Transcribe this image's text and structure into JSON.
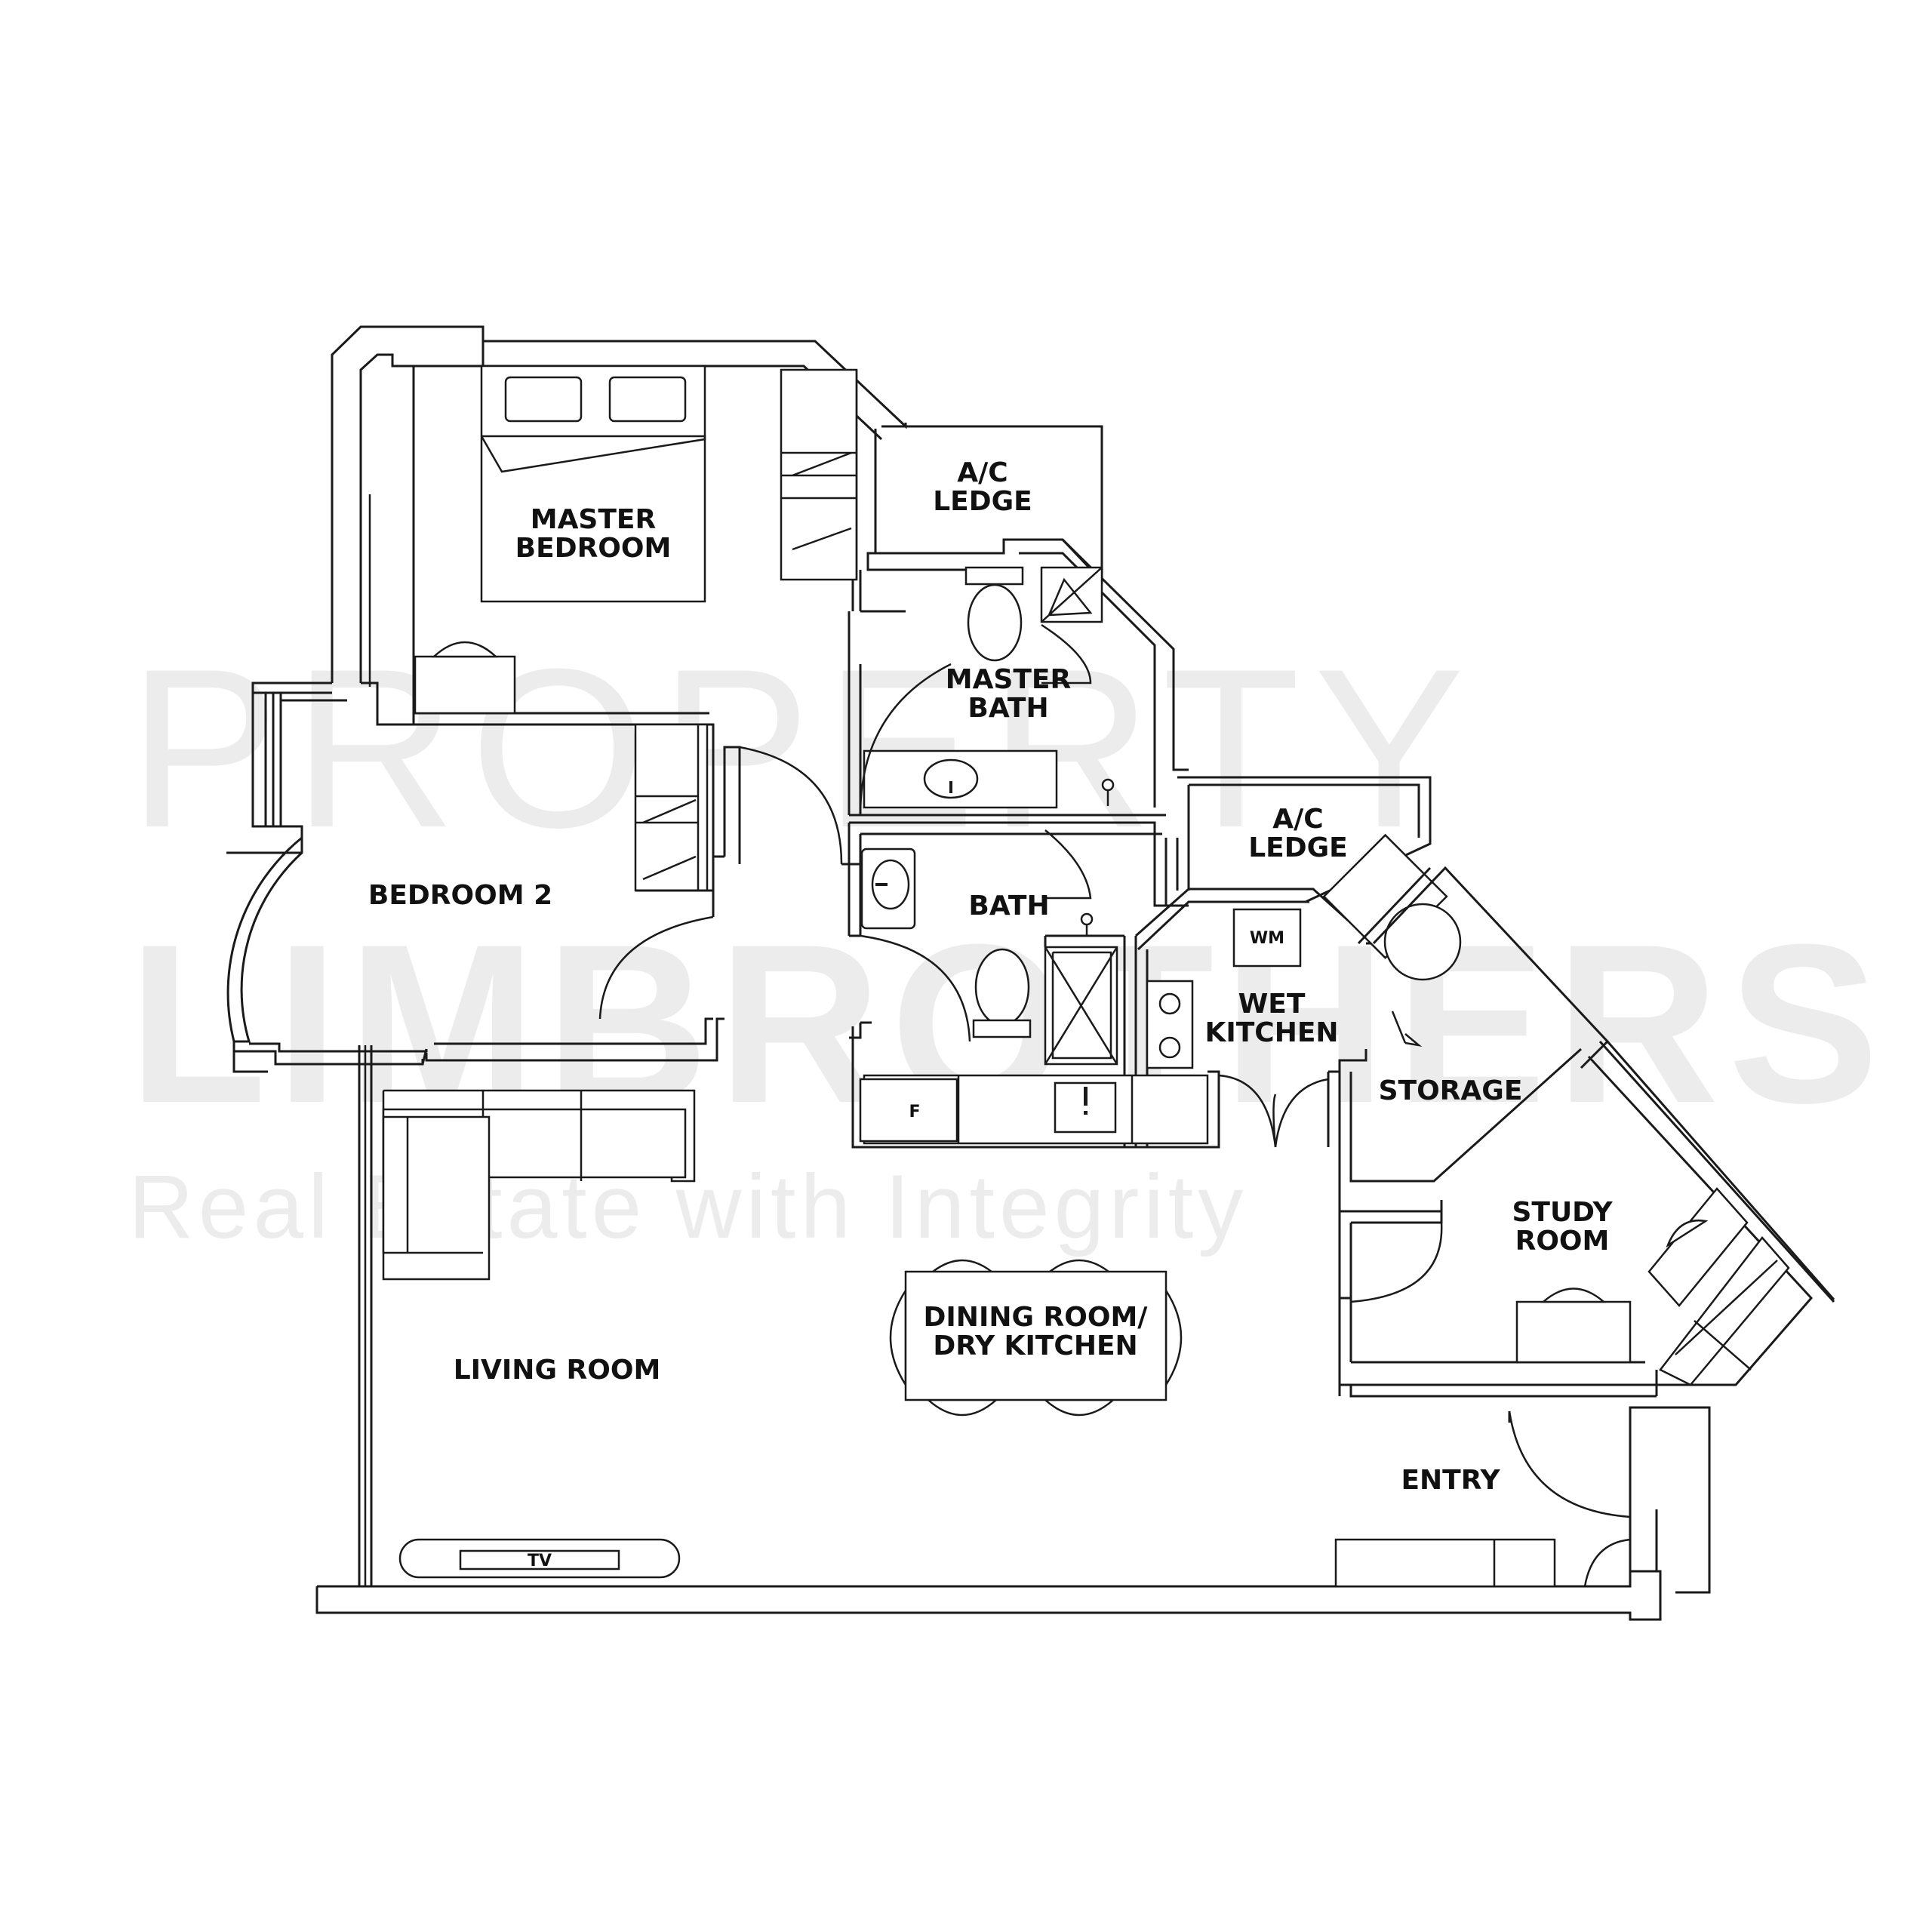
{
  "watermark": {
    "line1": "PROPERTY",
    "line2": "LIMBROTHERS",
    "tagline": "Real Estate with Integrity"
  },
  "rooms": {
    "master_bedroom": [
      "MASTER",
      "BEDROOM"
    ],
    "ac_ledge_1": [
      "A/C",
      "LEDGE"
    ],
    "master_bath": [
      "MASTER",
      "BATH"
    ],
    "ac_ledge_2": [
      "A/C",
      "LEDGE"
    ],
    "bedroom_2": "BEDROOM 2",
    "bath": "BATH",
    "wet_kitchen": [
      "WET",
      "KITCHEN"
    ],
    "storage": "STORAGE",
    "study_room": [
      "STUDY",
      "ROOM"
    ],
    "dining_room": [
      "DINING ROOM/",
      "DRY KITCHEN"
    ],
    "living_room": "LIVING ROOM",
    "entry": "ENTRY"
  },
  "fixtures": {
    "washing_machine": "WM",
    "fridge": "F",
    "tv": "TV"
  }
}
